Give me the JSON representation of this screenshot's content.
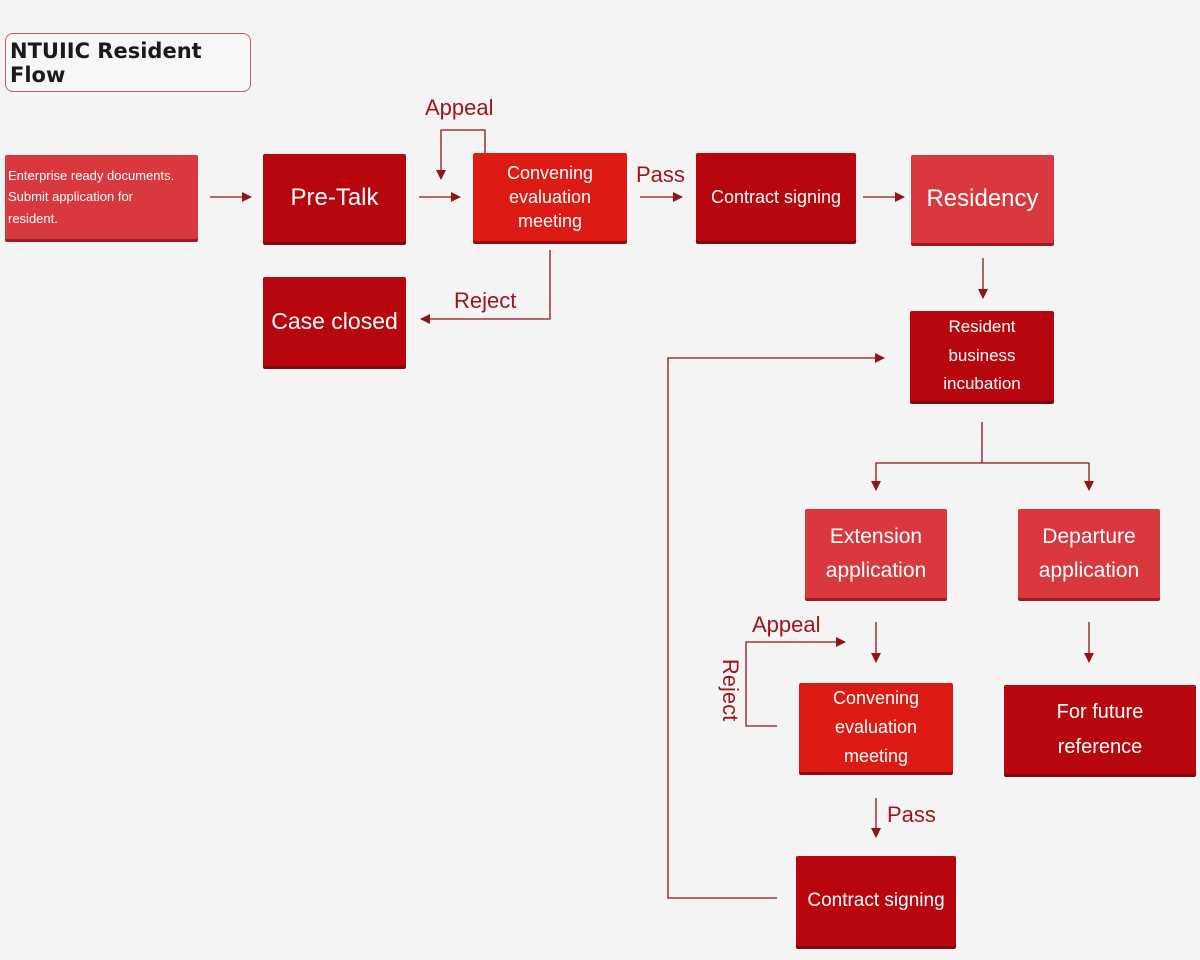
{
  "title": "NTUIIC Resident Flow",
  "nodes": {
    "enterprise": "Enterprise ready documents.\nSubmit  application  for\nresident.",
    "pre_talk": "Pre-Talk",
    "evaluation_1": "Convening\nevaluation\nmeeting",
    "contract_1": "Contract signing",
    "residency": "Residency",
    "case_closed": "Case closed",
    "incubation": "Resident\nbusiness\nincubation",
    "extension": "Extension\napplication",
    "departure": "Departure\napplication",
    "evaluation_2": "Convening\nevaluation\nmeeting",
    "future_reference": "For future\nreference",
    "contract_2": "Contract signing"
  },
  "labels": {
    "appeal_1": "Appeal",
    "pass_1": "Pass",
    "reject_1": "Reject",
    "appeal_2": "Appeal",
    "reject_2": "Reject",
    "pass_2": "Pass"
  },
  "colors": {
    "dark": "#b8060e",
    "bright": "#dd1a14",
    "light": "#d9383f",
    "connector": "#a0141b",
    "background": "#f4f4f4"
  }
}
